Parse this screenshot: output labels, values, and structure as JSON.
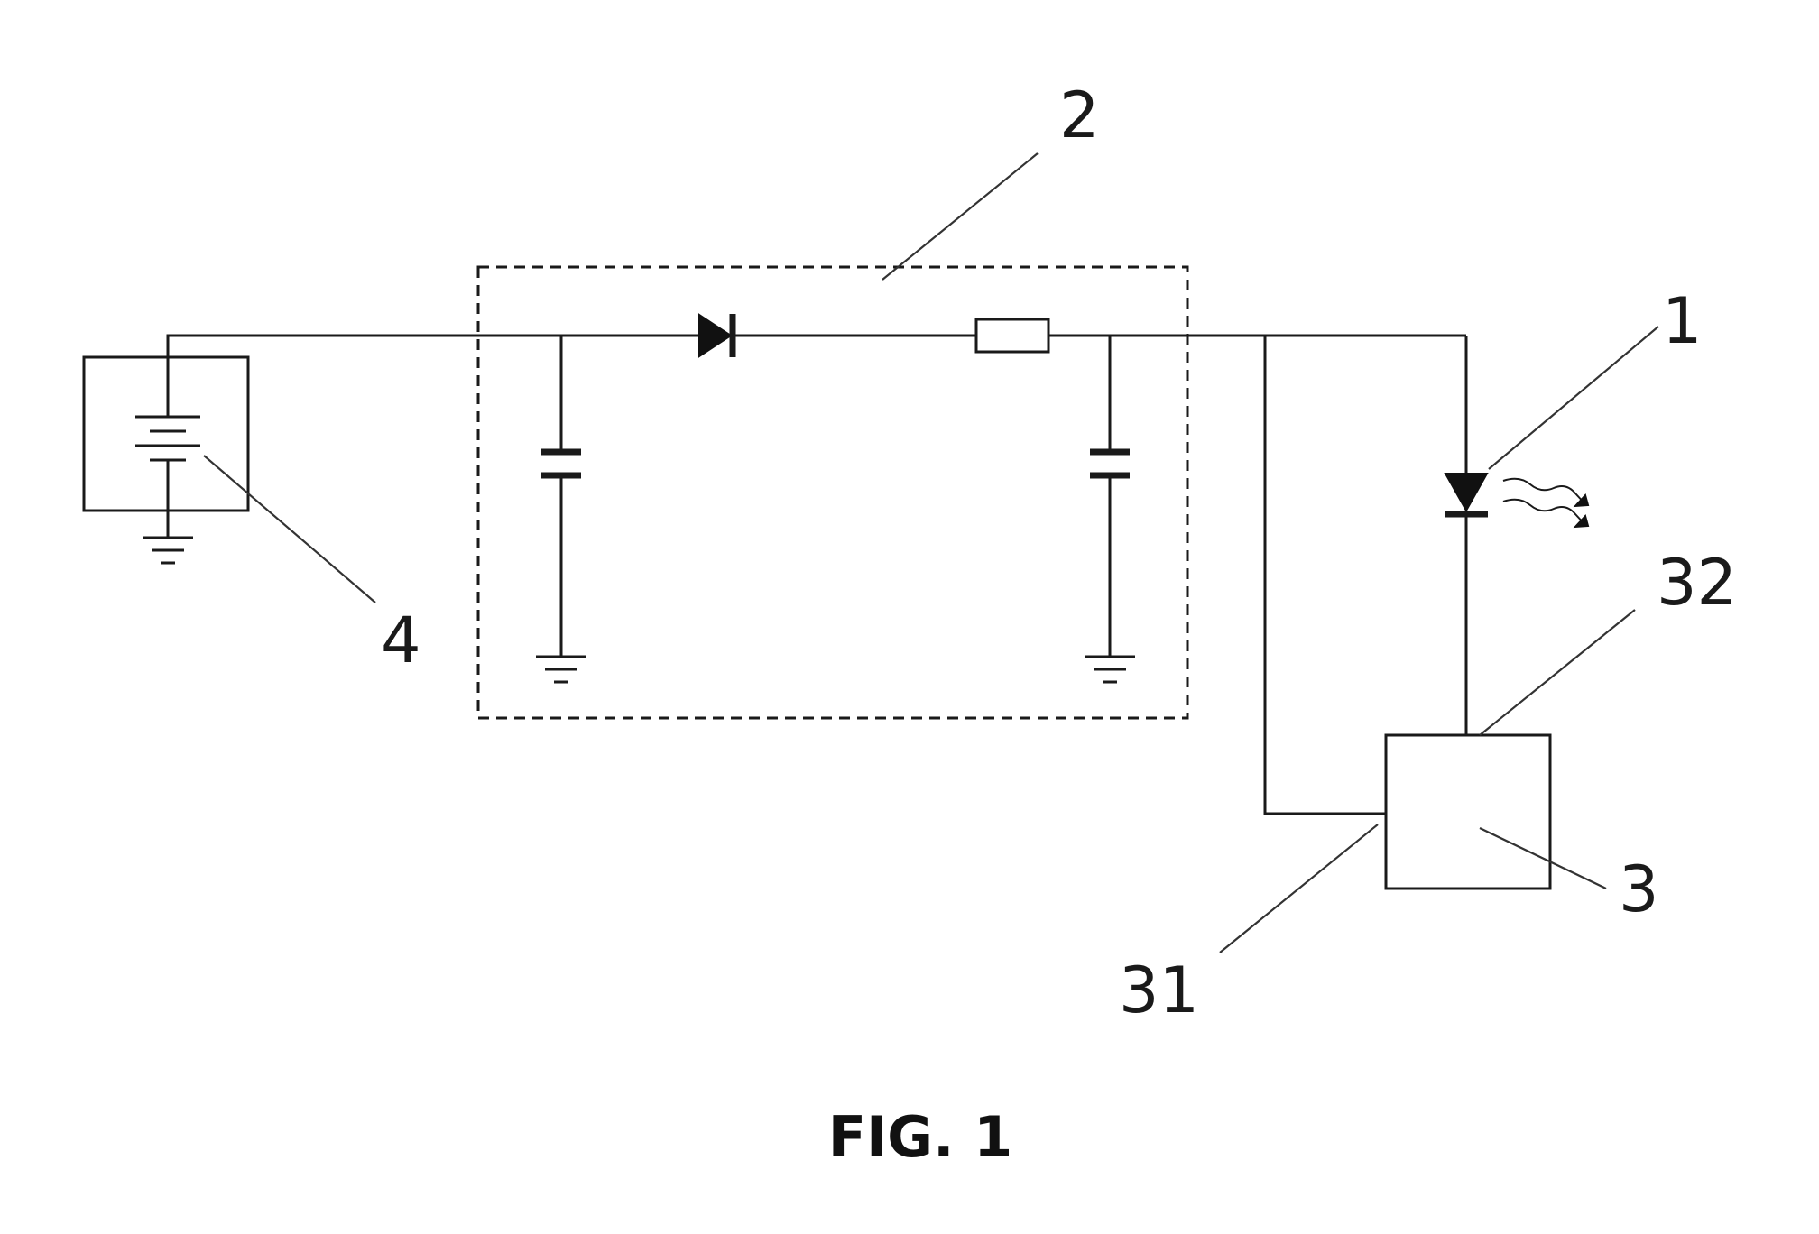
{
  "figure": {
    "caption": "FIG. 1"
  },
  "labels": {
    "led": "1",
    "filter_circuit": "2",
    "controller": "3",
    "controller_input": "31",
    "controller_output": "32",
    "power_source": "4"
  }
}
